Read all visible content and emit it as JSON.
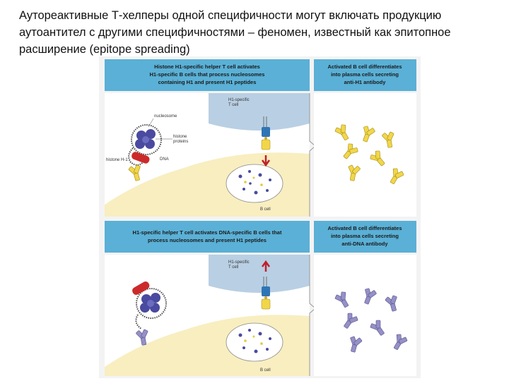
{
  "slide": {
    "text": "Аутореактивные Т-хелперы одной специфичности могут включать продукцию аутоантител с другими специфичностями – феномен, известный как эпитопное расширение (epitope spreading)"
  },
  "figure": {
    "top_panel": {
      "left_header": [
        "Histone H1-specific helper T cell activates",
        "H1-specific B cells that process nucleosomes",
        "containing H1 and present H1 peptides"
      ],
      "right_header": [
        "Activated B cell differentiates",
        "into plasma cells secreting",
        "anti-H1 antibody"
      ],
      "t_cell_label": [
        "H1-specific",
        "T cell"
      ],
      "nucleosome_label": "nucleosome",
      "histone_proteins_label": [
        "histone",
        "proteins"
      ],
      "histone_h1_label": "histone H-1",
      "dna_label": "DNA",
      "b_cell_label": "B cell"
    },
    "bottom_panel": {
      "left_header": [
        "H1-specific helper T cell activates DNA-specific B cells that",
        "process nucleosomes and present H1 peptides"
      ],
      "right_header": [
        "Activated B cell differentiates",
        "into plasma cells secreting",
        "anti-DNA antibody"
      ],
      "t_cell_label": [
        "H1-specific",
        "T cell"
      ],
      "b_cell_label": "B cell"
    },
    "colors": {
      "header_blue": "#5ab0d6",
      "t_cell_blue": "#b9cfe3",
      "b_cell_yellow": "#f8eec0",
      "anti_h1_antibody": "#f2d64a",
      "anti_dna_antibody": "#9590c6",
      "histone_h1": "#cc2a2a",
      "nucleosome_core": "#4a4aa0",
      "tcr": "#2f75b5",
      "arrow_red": "#c0202a"
    }
  }
}
